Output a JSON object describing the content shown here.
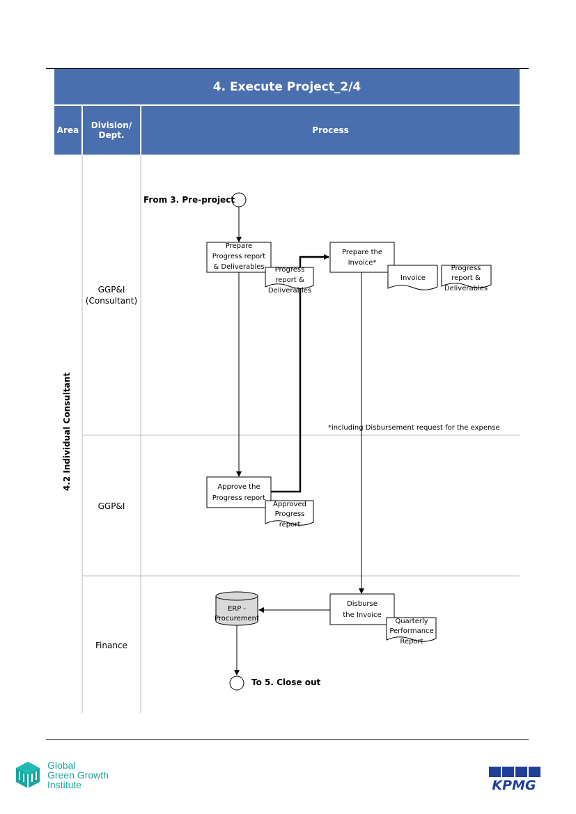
{
  "header": {
    "title": "4. Execute Project_2/4",
    "col_area": "Area",
    "col_division_line1": "Division/",
    "col_division_line2": "Dept.",
    "col_process": "Process"
  },
  "area": {
    "label": "4.2 Individual Consultant"
  },
  "lanes": [
    {
      "line1": "GGP&I",
      "line2": "(Consultant)"
    },
    {
      "line1": "GGP&I"
    },
    {
      "line1": "Finance"
    }
  ],
  "flow": {
    "start": "From 3. Pre-project",
    "end": "To 5. Close out",
    "prepare_report": [
      "Prepare",
      "Progress report",
      "& Deliverables"
    ],
    "doc_progress_deliverables": [
      "Progress",
      "report &",
      "Deliverables"
    ],
    "prepare_invoice": [
      "Prepare the",
      "Invoice*"
    ],
    "doc_invoice": "Invoice",
    "doc_progress_deliverables_2": [
      "Progress",
      "report &",
      "Deliverables"
    ],
    "note": "*including Disbursement request for the expense",
    "approve_report": [
      "Approve the",
      "Progress report"
    ],
    "doc_approved_report": [
      "Approved",
      "Progress",
      "report"
    ],
    "disburse": [
      "Disburse",
      "the Invoice"
    ],
    "doc_quarterly": [
      "Quarterly",
      "Performance",
      "Report"
    ],
    "erp": [
      "ERP -",
      "Procurement"
    ]
  },
  "footer": {
    "ggg_line1": "Global",
    "ggg_line2": "Green Growth",
    "ggg_line3": "Institute",
    "kpmg": "KPMG"
  },
  "colors": {
    "header_blue": "#4a6fae",
    "ggg_teal": "#1aa6a0",
    "kpmg_blue": "#1f3f99"
  }
}
